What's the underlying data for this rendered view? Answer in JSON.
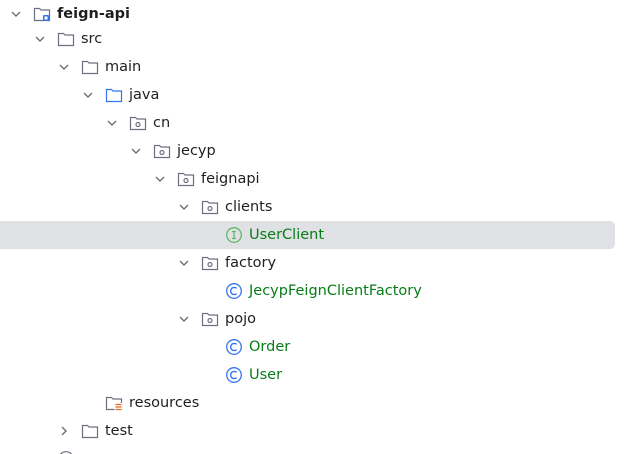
{
  "tree": {
    "module": {
      "label": "feign-api",
      "expanded": true
    },
    "src": {
      "label": "src",
      "expanded": true
    },
    "main": {
      "label": "main",
      "expanded": true
    },
    "java": {
      "label": "java",
      "expanded": true
    },
    "cn": {
      "label": "cn",
      "expanded": true
    },
    "jecyp": {
      "label": "jecyp",
      "expanded": true
    },
    "feignapi": {
      "label": "feignapi",
      "expanded": true
    },
    "clients": {
      "label": "clients",
      "expanded": true
    },
    "user_client": {
      "label": "UserClient",
      "kind": "interface",
      "selected": true
    },
    "factory": {
      "label": "factory",
      "expanded": true
    },
    "jecyp_feign_client_factory": {
      "label": "JecypFeignClientFactory",
      "kind": "class"
    },
    "pojo": {
      "label": "pojo",
      "expanded": true
    },
    "order": {
      "label": "Order",
      "kind": "class"
    },
    "user": {
      "label": "User",
      "kind": "class"
    },
    "resources": {
      "label": "resources"
    },
    "test": {
      "label": "test",
      "expanded": false
    }
  },
  "colors": {
    "selection_bg": "#dfe1e5",
    "class_text": "#067d17",
    "class_icon": "#3574f0",
    "interface_icon": "#5fb865",
    "folder_outline": "#6c707e",
    "source_root": "#3574f0",
    "resources_mark": "#e06c1b"
  }
}
